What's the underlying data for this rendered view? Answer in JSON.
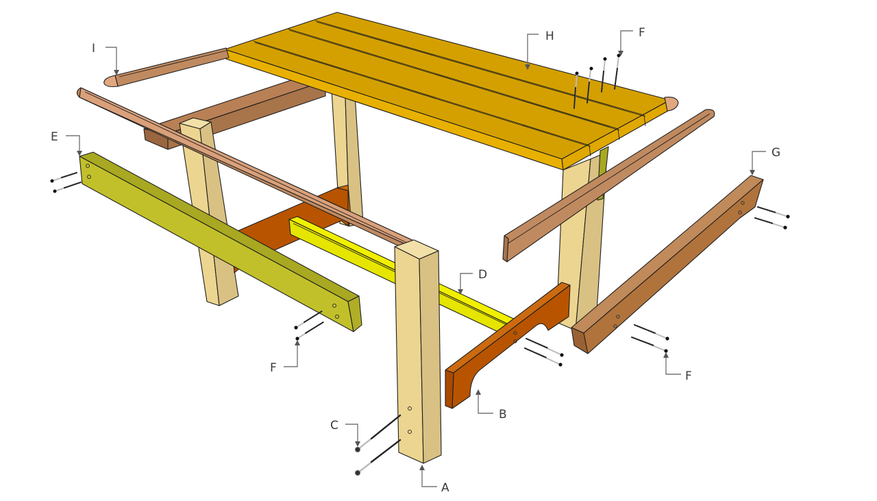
{
  "diagram": {
    "title": "Exploded view of wooden table assembly",
    "colors": {
      "leg_light": "#ecd590",
      "leg_dark": "#d9c184",
      "tabletop_top": "#d4a000",
      "tabletop_front": "#e8b000",
      "rail_E_top": "#a8a822",
      "rail_E_front": "#c2c02a",
      "rail_D": "#e5e500",
      "stretcher_B": "#b85400",
      "rail_G": "#b0733c",
      "trim_I": "#c08a60",
      "back_apron": "#a8744a",
      "screw": "#9a9a9a",
      "label_text": "#3a3a3a",
      "leader_line": "#777777"
    },
    "labels": [
      {
        "id": "A",
        "text": "A",
        "part": "leg"
      },
      {
        "id": "B",
        "text": "B",
        "part": "end stretcher"
      },
      {
        "id": "C",
        "text": "C",
        "part": "leg screws"
      },
      {
        "id": "D",
        "text": "D",
        "part": "center rail"
      },
      {
        "id": "E",
        "text": "E",
        "part": "side rail"
      },
      {
        "id": "F1",
        "text": "F",
        "part": "tabletop screws"
      },
      {
        "id": "F2",
        "text": "F",
        "part": "side rail screws"
      },
      {
        "id": "F3",
        "text": "F",
        "part": "side rail screws right"
      },
      {
        "id": "G",
        "text": "G",
        "part": "side rail right"
      },
      {
        "id": "H",
        "text": "H",
        "part": "tabletop slats"
      },
      {
        "id": "I",
        "text": "I",
        "part": "edge trim"
      }
    ]
  }
}
